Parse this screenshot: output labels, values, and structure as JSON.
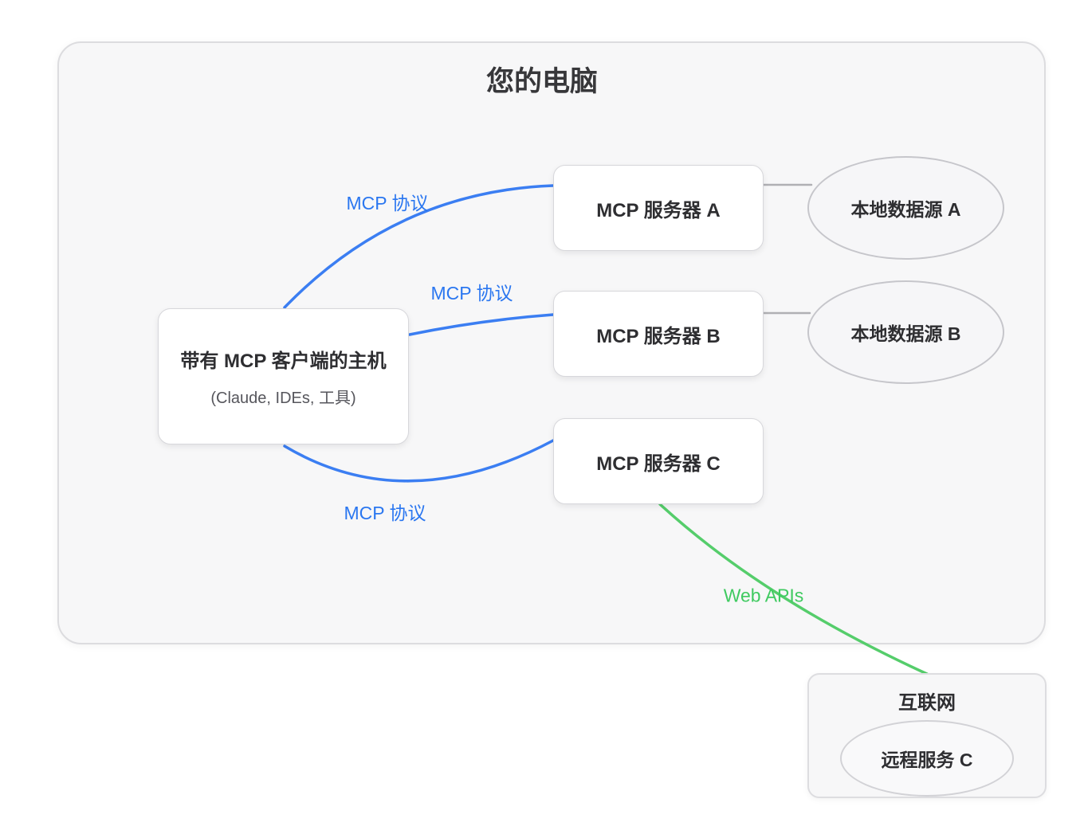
{
  "computer": {
    "title": "您的电脑",
    "host": {
      "title": "带有 MCP 客户端的主机",
      "subtitle": "(Claude, IDEs, 工具)"
    },
    "servers": [
      {
        "label": "MCP 服务器 A"
      },
      {
        "label": "MCP 服务器 B"
      },
      {
        "label": "MCP 服务器 C"
      }
    ],
    "data_sources": [
      {
        "label": "本地数据源 A"
      },
      {
        "label": "本地数据源 B"
      }
    ]
  },
  "internet": {
    "title": "互联网",
    "remote_service": {
      "label": "远程服务 C"
    }
  },
  "edges": {
    "labels": [
      {
        "text": "MCP 协议"
      },
      {
        "text": "MCP 协议"
      },
      {
        "text": "MCP 协议"
      },
      {
        "text": "Web APIs"
      }
    ]
  },
  "colors": {
    "mcp_line": "#3b7ef2",
    "mcp_label_text": "#2b77f0",
    "web_apis_line": "#55cd6b",
    "web_apis_label_text": "#3fca60",
    "connector_line": "#b0b0b4"
  }
}
